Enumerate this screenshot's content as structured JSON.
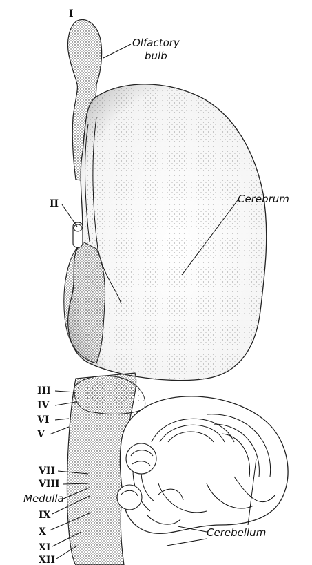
{
  "labels": {
    "nerve_I": "I",
    "olfactory_bulb_line1": "Olfactory",
    "olfactory_bulb_line2": "bulb",
    "cerebrum": "Cerebrum",
    "nerve_II": "II",
    "nerve_III": "III",
    "nerve_IV": "IV",
    "nerve_VI": "VI",
    "nerve_V": "V",
    "nerve_VII": "VII",
    "nerve_VIII": "VIII",
    "medulla": "Medulla",
    "nerve_IX": "IX",
    "nerve_X": "X",
    "nerve_XI": "XI",
    "nerve_XII": "XII",
    "cerebellum": "Cerebellum"
  }
}
